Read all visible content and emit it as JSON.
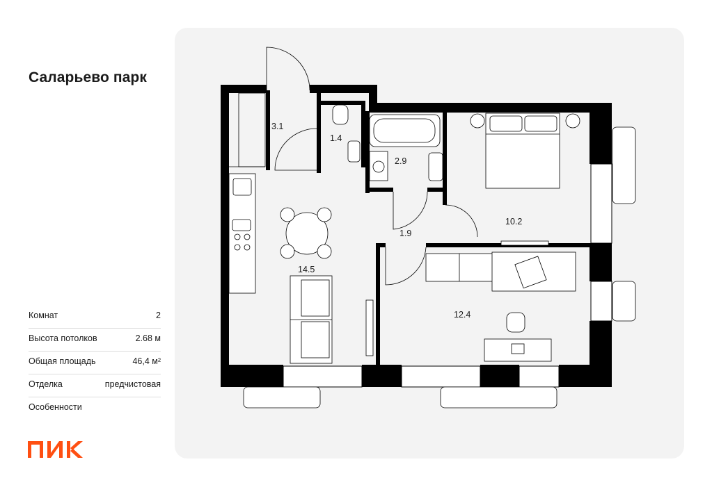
{
  "project": {
    "title": "Саларьево парк"
  },
  "specs": [
    {
      "label": "Комнат",
      "value": "2"
    },
    {
      "label": "Высота потолков",
      "value": "2.68 м"
    },
    {
      "label": "Общая площадь",
      "value": "46,4 м²"
    },
    {
      "label": "Отделка",
      "value": "предчистовая"
    },
    {
      "label": "Особенности",
      "value": ""
    }
  ],
  "brand": {
    "logo_text": "ПИК",
    "logo_color": "#ff4f12"
  },
  "floorplan": {
    "rooms": [
      {
        "area": "3.1"
      },
      {
        "area": "1.4"
      },
      {
        "area": "2.9"
      },
      {
        "area": "10.2"
      },
      {
        "area": "1.9"
      },
      {
        "area": "14.5"
      },
      {
        "area": "12.4"
      }
    ]
  },
  "colors": {
    "panel": "#f3f3f3",
    "wall": "#000000",
    "text": "#1a1a1a"
  }
}
